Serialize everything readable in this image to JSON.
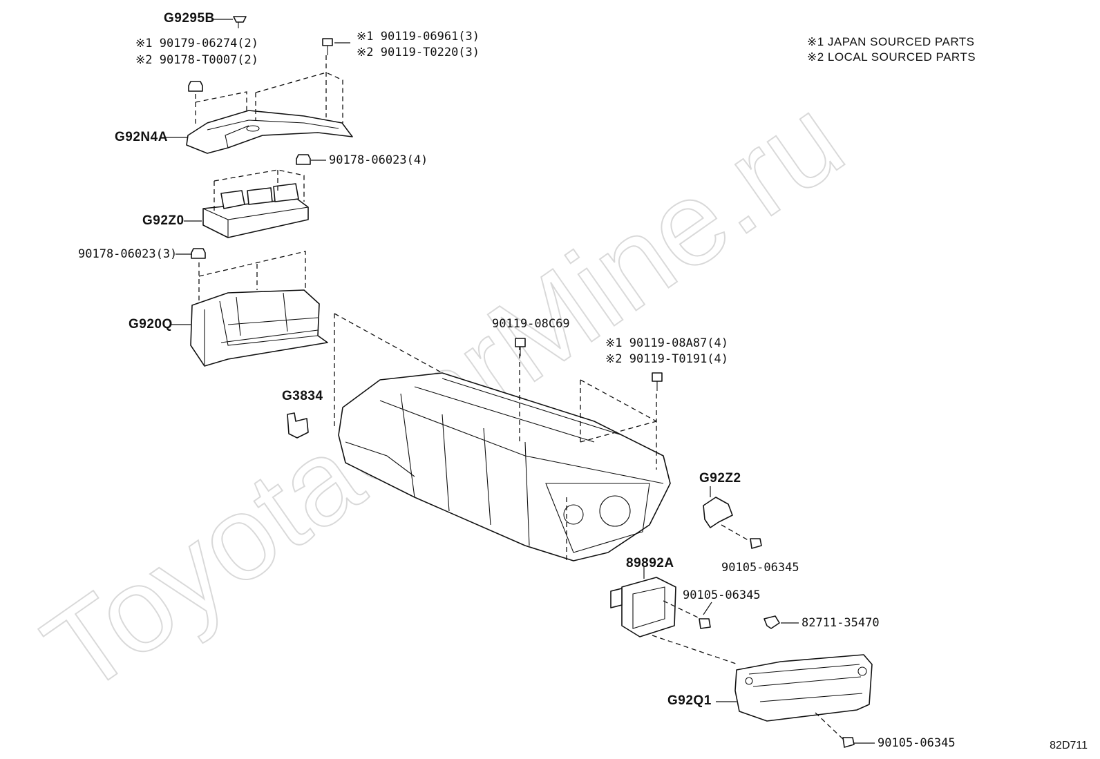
{
  "watermark": "ToyotaCarMine.ru",
  "legend": {
    "line1": "※1 JAPAN SOURCED PARTS",
    "line2": "※2 LOCAL SOURCED PARTS"
  },
  "reference_code": "82D711",
  "callouts": {
    "g9295b": "G9295B",
    "nut_top_jp": "※1 90179-06274(2)",
    "nut_top_local": "※2 90178-T0007(2)",
    "bolt_top_jp": "※1 90119-06961(3)",
    "bolt_top_local": "※2 90119-T0220(3)",
    "g92n4a": "G92N4A",
    "nut_mid_4": "90178-06023(4)",
    "g92z0": "G92Z0",
    "nut_mid_3": "90178-06023(3)",
    "g920q": "G920Q",
    "bolt_08c69": "90119-08C69",
    "bolt_08a87_jp": "※1 90119-08A87(4)",
    "bolt_t0191_local": "※2 90119-T0191(4)",
    "g3834": "G3834",
    "g92z2": "G92Z2",
    "bolt_06345_a": "90105-06345",
    "p89892a": "89892A",
    "bolt_06345_b": "90105-06345",
    "clip_35470": "82711-35470",
    "g92q1": "G92Q1",
    "bolt_06345_c": "90105-06345"
  }
}
